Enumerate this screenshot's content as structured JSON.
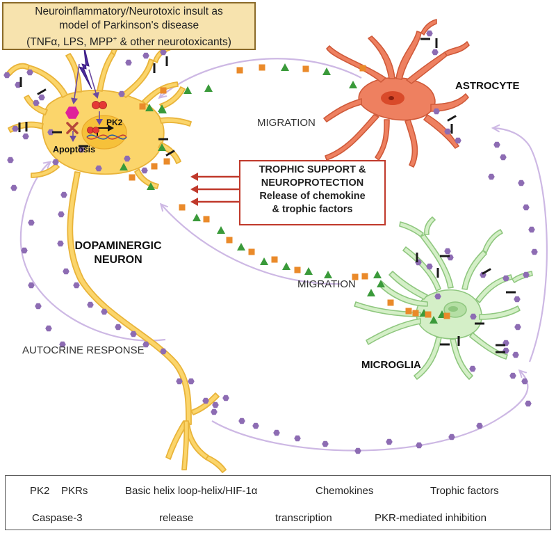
{
  "insult": {
    "line1": "Neuroinflammatory/Neurotoxic insult as",
    "line2": "model of Parkinson's disease",
    "line3_prefix": "(TNFα, LPS, MPP",
    "line3_sup": "+",
    "line3_suffix": " & other neurotoxicants)"
  },
  "labels": {
    "astrocyte": "ASTROCYTE",
    "migration_top": "MIGRATION",
    "migration_bottom": "MIGRATION",
    "neuron_line1": "DOPAMINERGIC",
    "neuron_line2": "NEURON",
    "microglia": "MICROGLIA",
    "autocrine": "AUTOCRINE RESPONSE",
    "apoptosis": "Apoptosis",
    "pk2_gene": "PK2"
  },
  "trophic": {
    "line1": "TROPHIC SUPPORT &",
    "line2": "NEUROPROTECTION",
    "line3": "Release of chemokine",
    "line4": "& trophic factors"
  },
  "legend": {
    "pk2": "PK2",
    "pkrs": "PKRs",
    "bhlh": "Basic helix loop-helix/HIF-1α",
    "chemokines": "Chemokines",
    "trophic": "Trophic factors",
    "caspase": "Caspase-3",
    "release": "release",
    "transcription": "transcription",
    "inhibition": "PKR-mediated inhibition"
  },
  "colors": {
    "pk2": "#8d6cb3",
    "pkr": "#1a1a1a",
    "bhlh": "#e53935",
    "chemokine": "#3a9a3a",
    "trophic": "#ea8a2a",
    "caspase": "#e0209a",
    "release_arrow": "#cdb8e4",
    "inhibition": "#b5473a",
    "neuron_fill": "#fbd56b",
    "neuron_stroke": "#e9b43a",
    "astrocyte_fill": "#ee8060",
    "astrocyte_stroke": "#cf5a3a",
    "microglia_fill": "#d4efc7",
    "microglia_stroke": "#8fc77f",
    "insult_fill": "#f7e3ae",
    "trophic_border": "#c0392b"
  }
}
